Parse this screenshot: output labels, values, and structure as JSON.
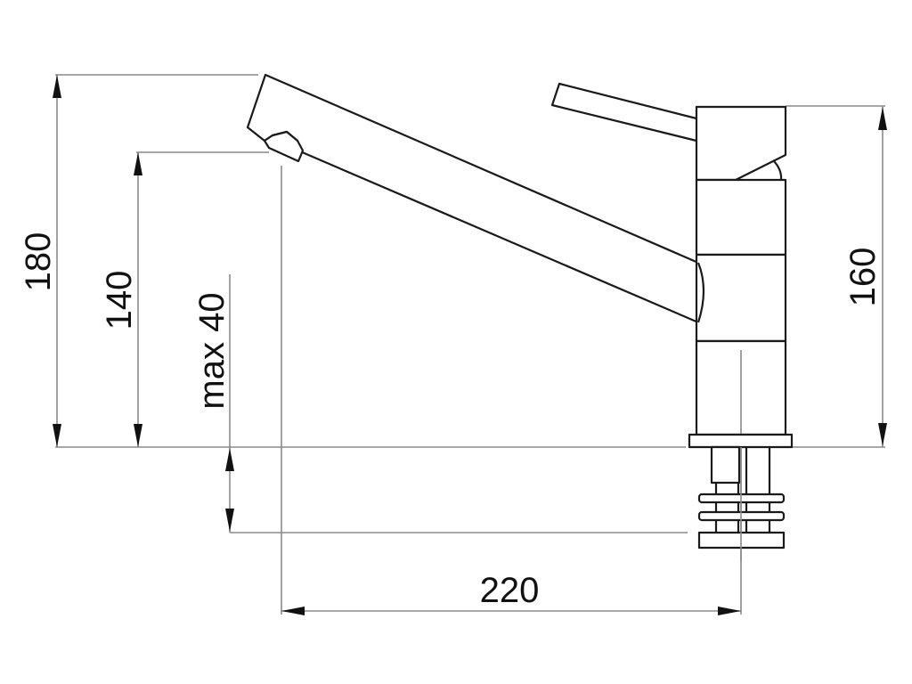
{
  "drawing": {
    "subject": "Kitchen faucet side-view dimension drawing",
    "units": "mm",
    "line_color": "#1a1a1a",
    "dimension_line_color": "#8a8a8a"
  },
  "dimensions": {
    "total_height": {
      "label": "180",
      "value": 180,
      "orientation": "vertical"
    },
    "spout_outlet_height": {
      "label": "140",
      "value": 140,
      "orientation": "vertical"
    },
    "mounting_thickness": {
      "label": "max 40",
      "value": 40,
      "orientation": "vertical"
    },
    "body_height": {
      "label": "160",
      "value": 160,
      "orientation": "vertical"
    },
    "spout_reach": {
      "label": "220",
      "value": 220,
      "orientation": "horizontal"
    }
  }
}
